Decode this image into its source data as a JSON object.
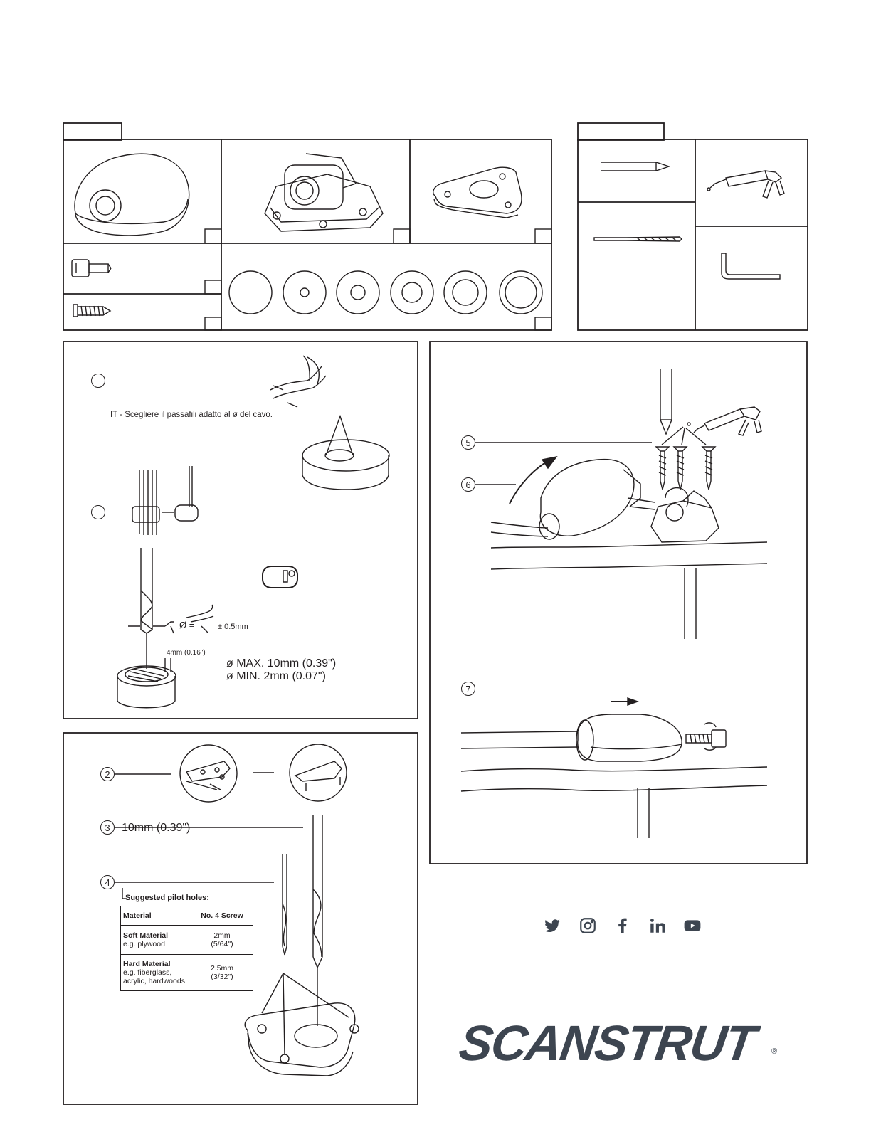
{
  "step1": {
    "instruction": "IT - Scegliere il passafili adatto al ø del cavo.",
    "diameter_eq": "Ø =",
    "tolerance": "± 0.5mm",
    "wall_thickness": "4mm (0.16\")",
    "diameter_max": "ø MAX. 10mm (0.39\")",
    "diameter_min": "ø MIN. 2mm (0.07\")"
  },
  "step2": {
    "number": "2"
  },
  "step3": {
    "number": "3",
    "drill_size": "10mm (0.39\")"
  },
  "step4": {
    "number": "4",
    "table_title": "Suggested pilot holes:",
    "headers": [
      "Material",
      "No. 4 Screw"
    ],
    "rows": [
      {
        "material": "Soft Material",
        "example": "e.g. plywood",
        "size": "2mm",
        "size_imperial": "(5/64\")"
      },
      {
        "material": "Hard Material",
        "example": "e.g. fiberglass, acrylic, hardwoods",
        "size": "2.5mm",
        "size_imperial": "(3/32\")"
      }
    ]
  },
  "step5": {
    "number": "5"
  },
  "step6": {
    "number": "6"
  },
  "step7": {
    "number": "7"
  },
  "social_icons": [
    "twitter-icon",
    "instagram-icon",
    "facebook-icon",
    "linkedin-icon",
    "youtube-icon"
  ],
  "brand": {
    "name": "SCANSTRUT",
    "mark": "®",
    "color": "#3d4550"
  },
  "colors": {
    "ink": "#231f20"
  }
}
